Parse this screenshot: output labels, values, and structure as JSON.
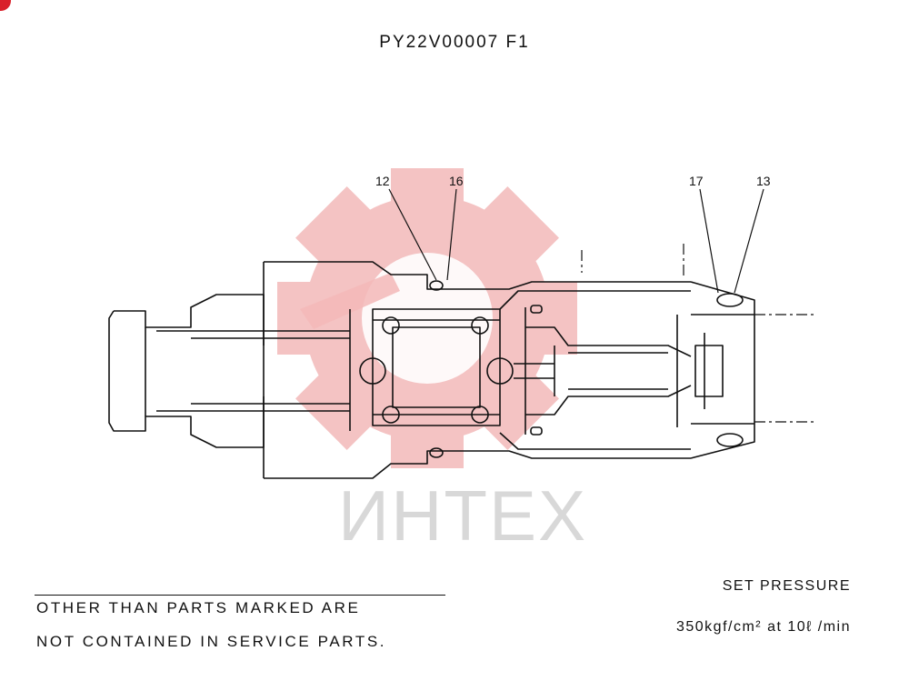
{
  "drawing": {
    "part_number": "PY22V00007 F1",
    "callouts": [
      "12",
      "16",
      "17",
      "13"
    ]
  },
  "watermark": {
    "text": "ИНТЕХ",
    "gear_color": "#f3b9b9",
    "text_color": "#d8d8d8"
  },
  "note": {
    "line1": "OTHER THAN PARTS MARKED ARE",
    "line2": "NOT CONTAINED IN SERVICE PARTS."
  },
  "spec": {
    "label": "SET PRESSURE",
    "value": "350kgf/cm² at 10ℓ /min"
  },
  "colors": {
    "ink": "#111111",
    "corner_mark": "#d9202a"
  }
}
